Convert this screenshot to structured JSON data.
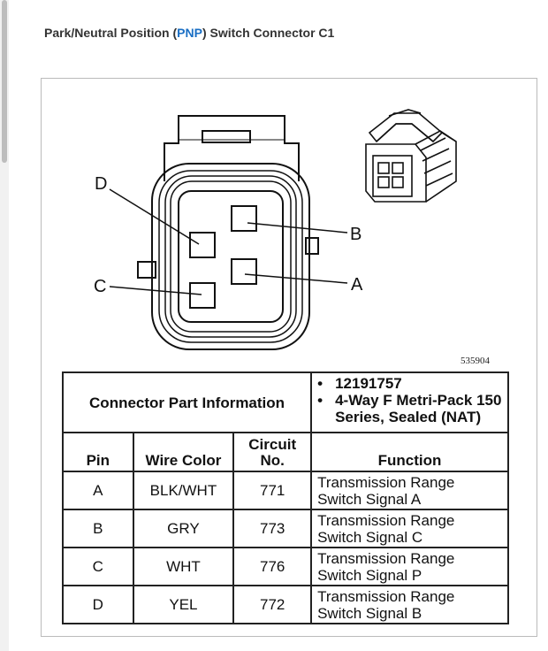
{
  "heading": {
    "prefix": "Park/Neutral Position (",
    "link": "PNP",
    "suffix": ") Switch Connector C1"
  },
  "diagram": {
    "pin_labels": [
      "D",
      "B",
      "C",
      "A"
    ],
    "part_number": "535904"
  },
  "table": {
    "info_label": "Connector Part Information",
    "info_values": [
      "12191757",
      "4-Way F Metri-Pack 150 Series, Sealed (NAT)"
    ],
    "headers": [
      "Pin",
      "Wire Color",
      "Circuit No.",
      "Function"
    ],
    "rows": [
      {
        "pin": "A",
        "color": "BLK/WHT",
        "circuit": "771",
        "function": "Transmission Range Switch Signal A"
      },
      {
        "pin": "B",
        "color": "GRY",
        "circuit": "773",
        "function": "Transmission Range Switch Signal C"
      },
      {
        "pin": "C",
        "color": "WHT",
        "circuit": "776",
        "function": "Transmission Range Switch Signal P"
      },
      {
        "pin": "D",
        "color": "YEL",
        "circuit": "772",
        "function": "Transmission Range Switch Signal B"
      }
    ]
  },
  "colors": {
    "link": "#1a6fc4",
    "ink": "#111111"
  }
}
